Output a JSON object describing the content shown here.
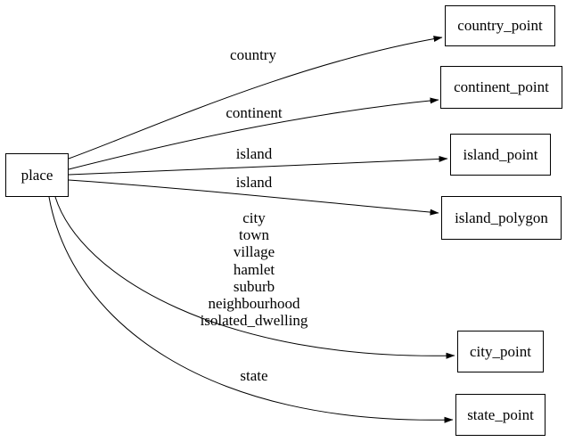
{
  "diagram": {
    "type": "directed-graph",
    "background_color": "#ffffff",
    "edge_color": "#000000",
    "node_border_color": "#000000",
    "text_color": "#000000",
    "nodes": {
      "place": {
        "label": "place"
      },
      "country_point": {
        "label": "country_point"
      },
      "continent_point": {
        "label": "continent_point"
      },
      "island_point": {
        "label": "island_point"
      },
      "island_polygon": {
        "label": "island_polygon"
      },
      "city_point": {
        "label": "city_point"
      },
      "state_point": {
        "label": "state_point"
      }
    },
    "edges": [
      {
        "from": "place",
        "to": "country_point",
        "label": "country"
      },
      {
        "from": "place",
        "to": "continent_point",
        "label": "continent"
      },
      {
        "from": "place",
        "to": "island_point",
        "label": "island"
      },
      {
        "from": "place",
        "to": "island_polygon",
        "label": "island"
      },
      {
        "from": "place",
        "to": "city_point",
        "label_lines": [
          "city",
          "town",
          "village",
          "hamlet",
          "suburb",
          "neighbourhood",
          "isolated_dwelling"
        ]
      },
      {
        "from": "place",
        "to": "state_point",
        "label": "state"
      }
    ]
  }
}
